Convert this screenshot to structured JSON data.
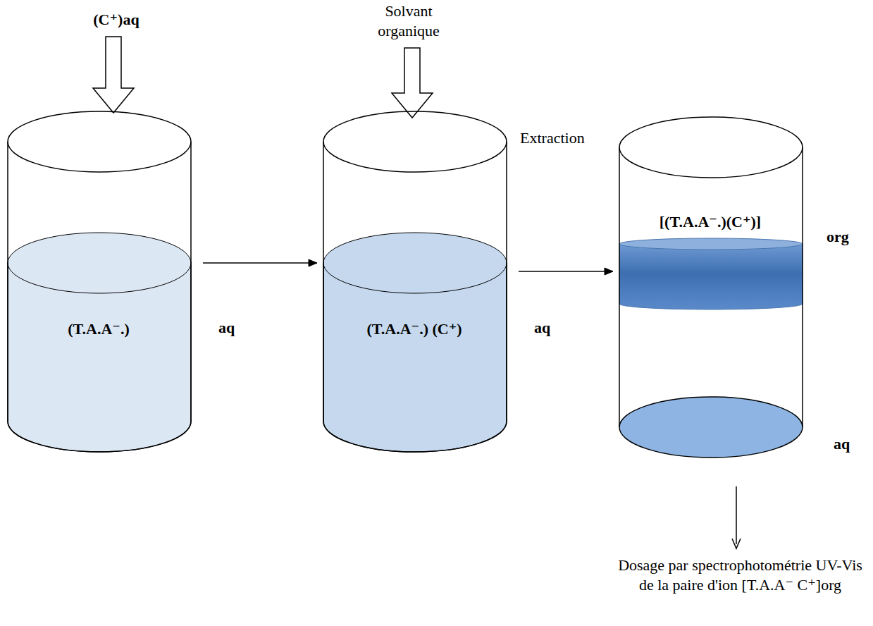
{
  "diagram": {
    "nodes": [
      {
        "text": [
          "(T.A.A⁻.)",
          "aq"
        ]
      },
      {
        "text": [
          "(T.A.A⁻.) (C⁺)",
          "aq"
        ]
      },
      {
        "text": [
          "[(T.A.A⁻.)(C⁺)]",
          "org",
          "aq"
        ]
      }
    ],
    "edges": [
      {
        "from": 0,
        "to": 1,
        "arrow": "to"
      },
      {
        "from": 1,
        "to": 2,
        "label": "Extraction",
        "arrow": "to"
      }
    ],
    "labels": [
      "(C⁺)aq",
      "Solvant organique",
      "Dosage par spectrophotométrie UV-Vis de la paire d'ion [T.A.A⁻ C⁺]org"
    ]
  }
}
